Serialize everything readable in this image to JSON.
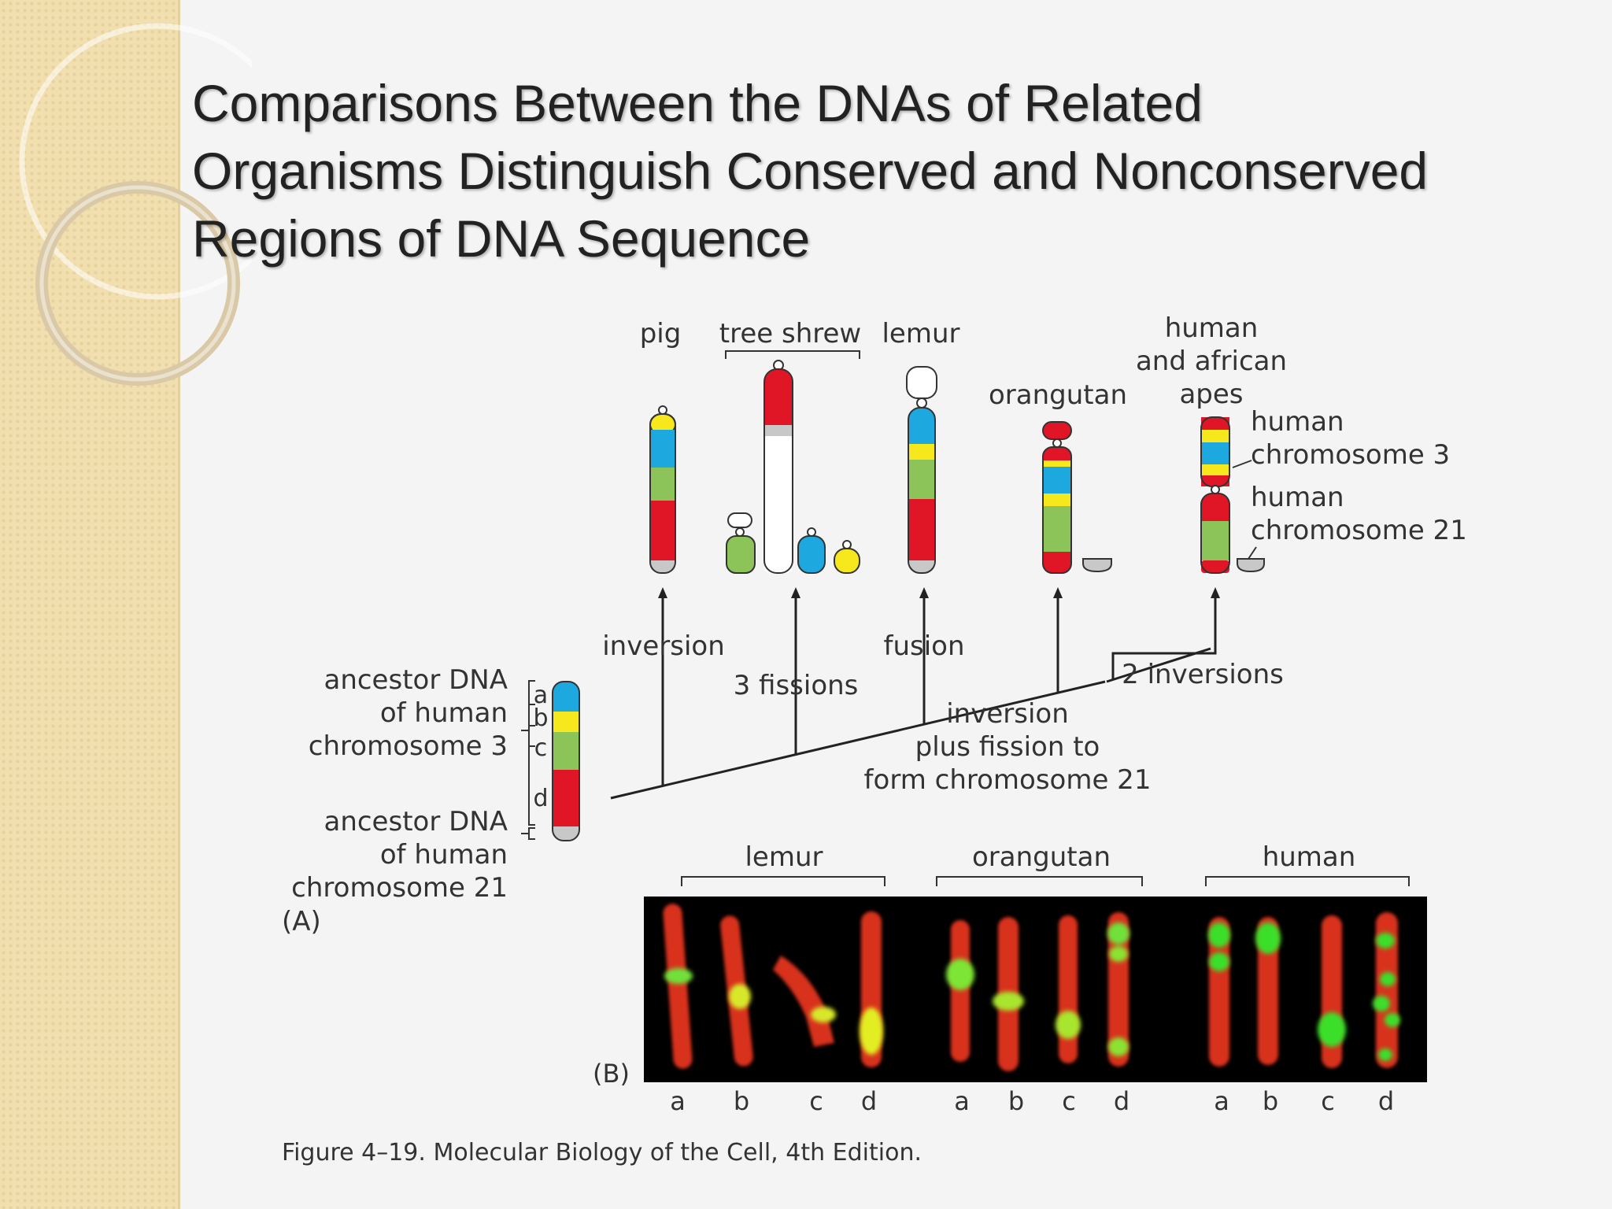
{
  "slide": {
    "title_lines": [
      "Comparisons Between the DNAs of Related",
      "Organisms Distinguish Conserved and Nonconserved",
      "Regions of DNA Sequence"
    ]
  },
  "figure": {
    "colors": {
      "a": "#1ea8e0",
      "b": "#f7e81e",
      "c": "#8cc45a",
      "d": "#e01626",
      "centromere_tip": "#c8c8c8",
      "fish_background": "#000000",
      "fish_chromosome": "#e0301e",
      "fish_probe": "#3adf2a"
    },
    "species_labels": {
      "pig": "pig",
      "tree_shrew": "tree shrew",
      "lemur": "lemur",
      "orangutan": "orangutan",
      "human_apes": [
        "human",
        "and african",
        "apes"
      ]
    },
    "chromosome_callouts": {
      "chr3": [
        "human",
        "chromosome 3"
      ],
      "chr21": [
        "human",
        "chromosome 21"
      ]
    },
    "events": {
      "inversion": "inversion",
      "three_fissions": "3 fissions",
      "fusion": "fusion",
      "two_inversions": "2 inversions",
      "inversion_fission": [
        "inversion",
        "plus fission to",
        "form chromosome 21"
      ]
    },
    "ancestor": {
      "chr3_label": [
        "ancestor DNA",
        "of human",
        "chromosome 3"
      ],
      "chr21_label": [
        "ancestor DNA",
        "of human",
        "chromosome 21"
      ],
      "segments": [
        "a",
        "b",
        "c",
        "d"
      ]
    },
    "panel_a_label": "(A)",
    "panel_b_label": "(B)",
    "fish_groups": [
      "lemur",
      "orangutan",
      "human"
    ],
    "fish_probe_letters": [
      "a",
      "b",
      "c",
      "d",
      "a",
      "b",
      "c",
      "d",
      "a",
      "b",
      "c",
      "d"
    ],
    "caption": "Figure 4–19. Molecular Biology of the Cell, 4th Edition."
  }
}
